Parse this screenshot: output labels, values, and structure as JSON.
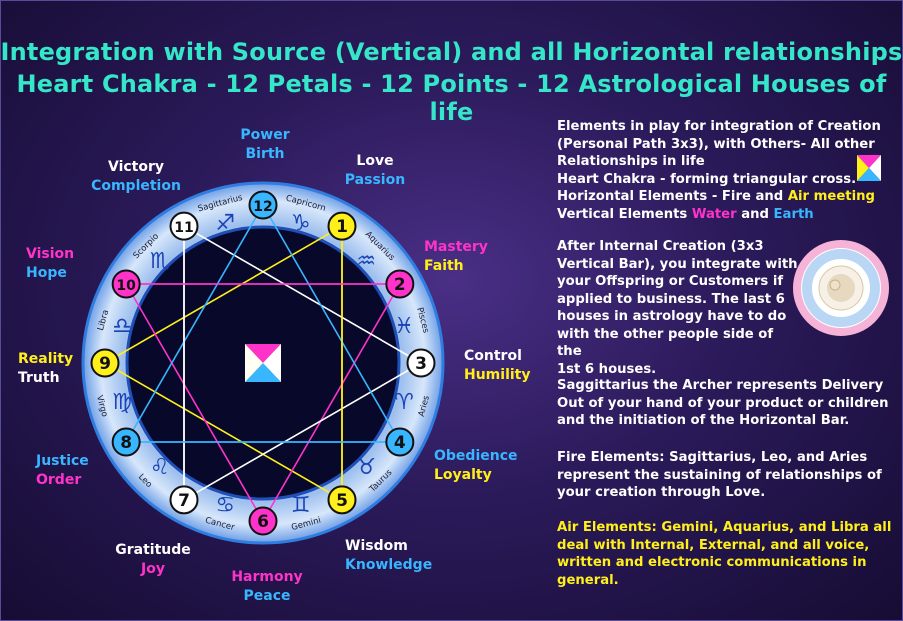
{
  "title": {
    "line1": "Integration with Source (Vertical) and all Horizontal relationships",
    "line2": "Heart Chakra - 12 Petals - 12 Points - 12 Astrological Houses of life"
  },
  "colors": {
    "title": "#35e6c8",
    "yellow": "#ffef1a",
    "magenta": "#ff33c9",
    "blue": "#38b6ff",
    "white": "#ffffff",
    "ring": "#bcd6f5",
    "wheel_center": "#08082a"
  },
  "center_icon": "four-triangle-cross-icon",
  "houses": [
    {
      "n": "1",
      "color": "yellow"
    },
    {
      "n": "2",
      "color": "magenta"
    },
    {
      "n": "3",
      "color": "white"
    },
    {
      "n": "4",
      "color": "blue"
    },
    {
      "n": "5",
      "color": "yellow"
    },
    {
      "n": "6",
      "color": "magenta"
    },
    {
      "n": "7",
      "color": "white"
    },
    {
      "n": "8",
      "color": "blue"
    },
    {
      "n": "9",
      "color": "yellow"
    },
    {
      "n": "10",
      "color": "magenta"
    },
    {
      "n": "11",
      "color": "white"
    },
    {
      "n": "12",
      "color": "blue"
    }
  ],
  "signs": [
    {
      "name": "Capricorn",
      "glyph": "♑"
    },
    {
      "name": "Aquarius",
      "glyph": "♒"
    },
    {
      "name": "Pisces",
      "glyph": "♓"
    },
    {
      "name": "Aries",
      "glyph": "♈"
    },
    {
      "name": "Taurus",
      "glyph": "♉"
    },
    {
      "name": "Gemini",
      "glyph": "♊"
    },
    {
      "name": "Cancer",
      "glyph": "♋"
    },
    {
      "name": "Leo",
      "glyph": "♌"
    },
    {
      "name": "Virgo",
      "glyph": "♍"
    },
    {
      "name": "Libra",
      "glyph": "♎"
    },
    {
      "name": "Scorpio",
      "glyph": "♏"
    },
    {
      "name": "Sagittarius",
      "glyph": "♐"
    }
  ],
  "labels": {
    "h12": {
      "a": "Power",
      "b": "Birth"
    },
    "h1": {
      "a": "Love",
      "b": "Passion"
    },
    "h11": {
      "a": "Victory",
      "b": "Completion"
    },
    "h2": {
      "a": "Mastery",
      "b": "Faith"
    },
    "h10": {
      "a": "Vision",
      "b": "Hope"
    },
    "h3": {
      "a": "Control",
      "b": "Humility"
    },
    "h9": {
      "a": "Reality",
      "b": "Truth"
    },
    "h4": {
      "a": "Obedience",
      "b": "Loyalty"
    },
    "h8": {
      "a": "Justice",
      "b": "Order"
    },
    "h7": {
      "a": "Gratitude",
      "b": "Joy"
    },
    "h5": {
      "a": "Wisdom",
      "b": "Knowledge"
    },
    "h6": {
      "a": "Harmony",
      "b": "Peace"
    }
  },
  "right": {
    "p1": {
      "l1": "Elements in play for integration of Creation",
      "l2": "(Personal Path 3x3),  with Others- All other",
      "l3": "Relationships in life",
      "l4": "Heart  Chakra - forming triangular cross.",
      "l5a": "Horizontal Elements - Fire and ",
      "l5b": "Air meeting",
      "l6a": "Vertical Elements ",
      "l6b": "Water",
      "l6c": " and ",
      "l6d": "Earth"
    },
    "p2": {
      "l1": "After Internal Creation (3x3",
      "l2": "Vertical Bar), you integrate with",
      "l3": "your Offspring or Customers if",
      "l4": "applied to business. The last 6",
      "l5": "houses in astrology have to do",
      "l6": "with the other people side of the",
      "l7": "1st 6 houses."
    },
    "p3": {
      "l1": "Saggittarius the Archer represents Delivery",
      "l2": "Out of your hand of your product or children",
      "l3": "and the initiation of the Horizontal Bar."
    },
    "p4": {
      "l1": "Fire Elements:  Sagittarius, Leo, and Aries",
      "l2": "represent the sustaining of relationships of",
      "l3": "your creation through Love."
    },
    "p5": {
      "l1": "Air Elements: Gemini, Aquarius, and Libra all",
      "l2": "deal with Internal, External, and all voice,",
      "l3": "written and electronic communications in",
      "l4": "general."
    }
  },
  "small_icons": [
    "four-triangle-cross-icon",
    "zodiac-wheel-icon"
  ]
}
